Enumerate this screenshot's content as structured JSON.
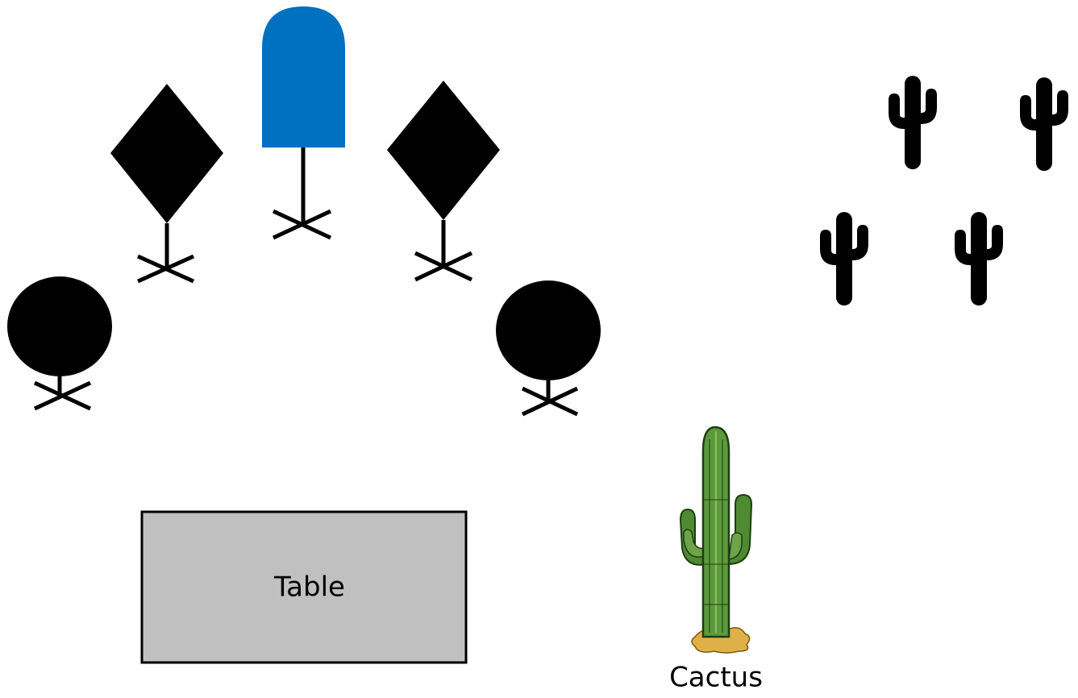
{
  "colors": {
    "background": "#ffffff",
    "figure": "#000000",
    "highlight": "#0070c0",
    "table_fill": "#c0c0c0",
    "table_stroke": "#000000",
    "cactus_dark": "#2f5d1e",
    "cactus_light": "#6fa34a",
    "sand": "#e0b048"
  },
  "icons": {
    "marker": "marker-pin-icon",
    "small_cactus": "cactus-silhouette-icon",
    "saguaro": "saguaro-cactus-illustration"
  },
  "figures": [
    {
      "id": "circle-left",
      "shape": "circle",
      "color": "black"
    },
    {
      "id": "diamond-left",
      "shape": "diamond",
      "color": "black"
    },
    {
      "id": "dome-center",
      "shape": "dome",
      "color": "blue"
    },
    {
      "id": "diamond-right",
      "shape": "diamond",
      "color": "black"
    },
    {
      "id": "circle-right",
      "shape": "circle",
      "color": "black"
    }
  ],
  "table": {
    "label": "Table"
  },
  "cactus": {
    "label": "Cactus"
  },
  "cactus_group": {
    "count": 4
  }
}
